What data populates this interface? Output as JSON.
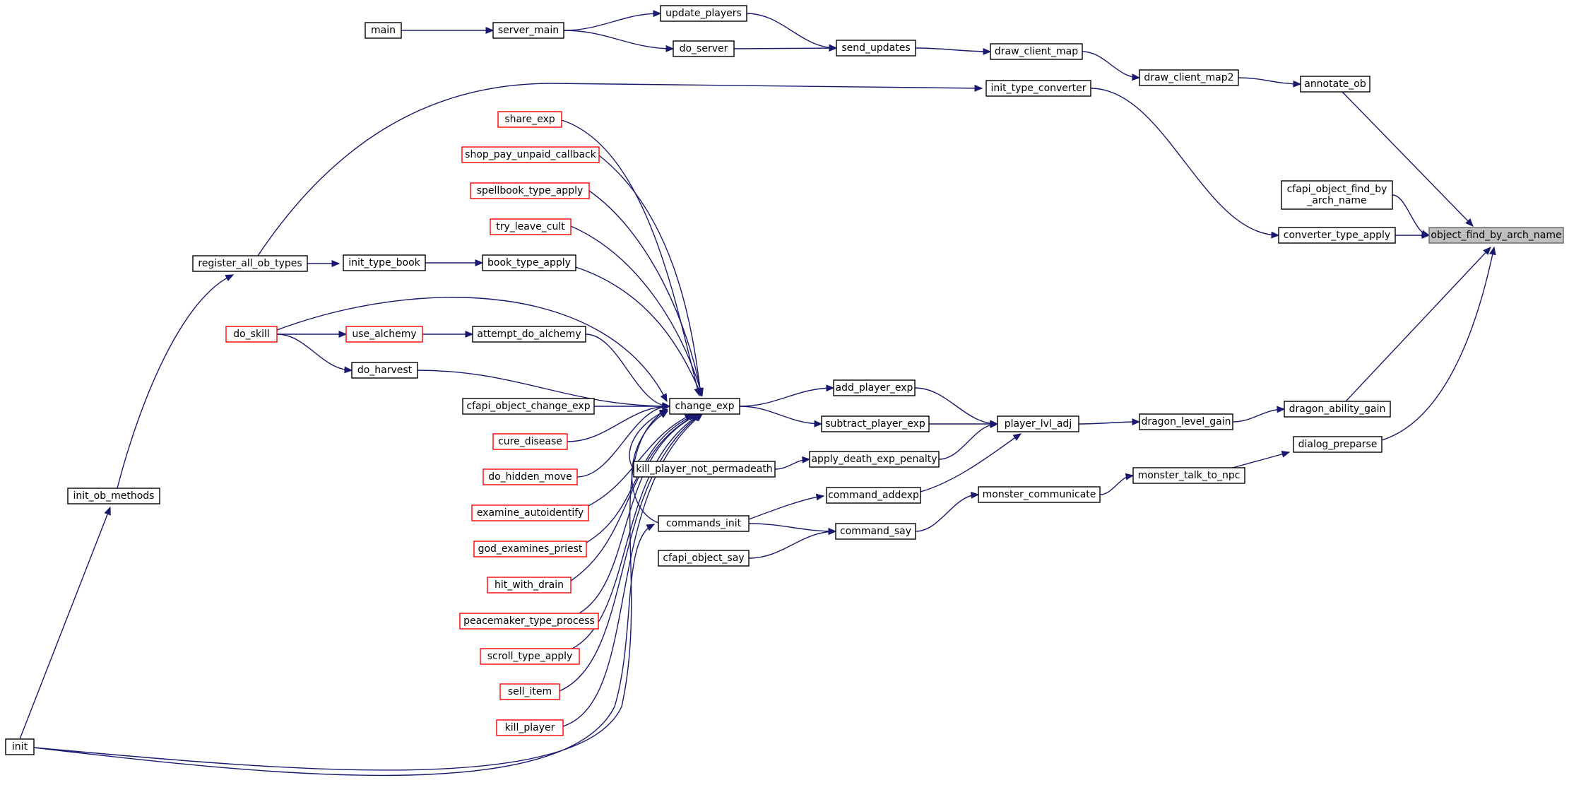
{
  "graph": {
    "direction": "callers-of",
    "colors": {
      "edge": "#191970",
      "node_border": "#000000",
      "truncated_node_border": "#ff0000",
      "focus_node_fill": "#bfbfbf"
    },
    "nodes": [
      {
        "id": "object_find_by_arch_name",
        "lines": [
          "object_find_by_arch_name"
        ],
        "style": "focus"
      },
      {
        "id": "annotate_ob",
        "lines": [
          "annotate_ob"
        ],
        "style": "normal"
      },
      {
        "id": "cfapi_object_find_by_arch_name",
        "lines": [
          "cfapi_object_find_by",
          "_arch_name"
        ],
        "style": "normal"
      },
      {
        "id": "converter_type_apply",
        "lines": [
          "converter_type_apply"
        ],
        "style": "normal"
      },
      {
        "id": "dragon_ability_gain",
        "lines": [
          "dragon_ability_gain"
        ],
        "style": "normal"
      },
      {
        "id": "dialog_preparse",
        "lines": [
          "dialog_preparse"
        ],
        "style": "normal"
      },
      {
        "id": "draw_client_map2",
        "lines": [
          "draw_client_map2"
        ],
        "style": "normal"
      },
      {
        "id": "draw_client_map",
        "lines": [
          "draw_client_map"
        ],
        "style": "normal"
      },
      {
        "id": "send_updates",
        "lines": [
          "send_updates"
        ],
        "style": "normal"
      },
      {
        "id": "update_players",
        "lines": [
          "update_players"
        ],
        "style": "normal"
      },
      {
        "id": "do_server",
        "lines": [
          "do_server"
        ],
        "style": "normal"
      },
      {
        "id": "server_main",
        "lines": [
          "server_main"
        ],
        "style": "normal"
      },
      {
        "id": "main",
        "lines": [
          "main"
        ],
        "style": "normal"
      },
      {
        "id": "init_type_converter",
        "lines": [
          "init_type_converter"
        ],
        "style": "normal"
      },
      {
        "id": "register_all_ob_types",
        "lines": [
          "register_all_ob_types"
        ],
        "style": "normal"
      },
      {
        "id": "init_ob_methods",
        "lines": [
          "init_ob_methods"
        ],
        "style": "normal"
      },
      {
        "id": "init",
        "lines": [
          "init"
        ],
        "style": "normal"
      },
      {
        "id": "dragon_level_gain",
        "lines": [
          "dragon_level_gain"
        ],
        "style": "normal"
      },
      {
        "id": "player_lvl_adj",
        "lines": [
          "player_lvl_adj"
        ],
        "style": "normal"
      },
      {
        "id": "add_player_exp",
        "lines": [
          "add_player_exp"
        ],
        "style": "normal"
      },
      {
        "id": "subtract_player_exp",
        "lines": [
          "subtract_player_exp"
        ],
        "style": "normal"
      },
      {
        "id": "apply_death_exp_penalty",
        "lines": [
          "apply_death_exp_penalty"
        ],
        "style": "normal"
      },
      {
        "id": "command_addexp",
        "lines": [
          "command_addexp"
        ],
        "style": "normal"
      },
      {
        "id": "change_exp",
        "lines": [
          "change_exp"
        ],
        "style": "normal"
      },
      {
        "id": "kill_player_not_permadeath",
        "lines": [
          "kill_player_not_permadeath"
        ],
        "style": "normal"
      },
      {
        "id": "commands_init",
        "lines": [
          "commands_init"
        ],
        "style": "normal"
      },
      {
        "id": "command_say",
        "lines": [
          "command_say"
        ],
        "style": "normal"
      },
      {
        "id": "cfapi_object_say",
        "lines": [
          "cfapi_object_say"
        ],
        "style": "normal"
      },
      {
        "id": "monster_communicate",
        "lines": [
          "monster_communicate"
        ],
        "style": "normal"
      },
      {
        "id": "monster_talk_to_npc",
        "lines": [
          "monster_talk_to_npc"
        ],
        "style": "normal"
      },
      {
        "id": "share_exp",
        "lines": [
          "share_exp"
        ],
        "style": "truncated"
      },
      {
        "id": "shop_pay_unpaid_callback",
        "lines": [
          "shop_pay_unpaid_callback"
        ],
        "style": "truncated"
      },
      {
        "id": "spellbook_type_apply",
        "lines": [
          "spellbook_type_apply"
        ],
        "style": "truncated"
      },
      {
        "id": "try_leave_cult",
        "lines": [
          "try_leave_cult"
        ],
        "style": "truncated"
      },
      {
        "id": "book_type_apply",
        "lines": [
          "book_type_apply"
        ],
        "style": "normal"
      },
      {
        "id": "init_type_book",
        "lines": [
          "init_type_book"
        ],
        "style": "normal"
      },
      {
        "id": "attempt_do_alchemy",
        "lines": [
          "attempt_do_alchemy"
        ],
        "style": "normal"
      },
      {
        "id": "use_alchemy",
        "lines": [
          "use_alchemy"
        ],
        "style": "truncated"
      },
      {
        "id": "do_skill",
        "lines": [
          "do_skill"
        ],
        "style": "truncated"
      },
      {
        "id": "do_harvest",
        "lines": [
          "do_harvest"
        ],
        "style": "normal"
      },
      {
        "id": "cfapi_object_change_exp",
        "lines": [
          "cfapi_object_change_exp"
        ],
        "style": "normal"
      },
      {
        "id": "cure_disease",
        "lines": [
          "cure_disease"
        ],
        "style": "truncated"
      },
      {
        "id": "do_hidden_move",
        "lines": [
          "do_hidden_move"
        ],
        "style": "truncated"
      },
      {
        "id": "examine_autoidentify",
        "lines": [
          "examine_autoidentify"
        ],
        "style": "truncated"
      },
      {
        "id": "god_examines_priest",
        "lines": [
          "god_examines_priest"
        ],
        "style": "truncated"
      },
      {
        "id": "hit_with_drain",
        "lines": [
          "hit_with_drain"
        ],
        "style": "truncated"
      },
      {
        "id": "peacemaker_type_process",
        "lines": [
          "peacemaker_type_process"
        ],
        "style": "truncated"
      },
      {
        "id": "scroll_type_apply",
        "lines": [
          "scroll_type_apply"
        ],
        "style": "truncated"
      },
      {
        "id": "sell_item",
        "lines": [
          "sell_item"
        ],
        "style": "truncated"
      },
      {
        "id": "kill_player",
        "lines": [
          "kill_player"
        ],
        "style": "truncated"
      }
    ],
    "edges": [
      {
        "from": "annotate_ob",
        "to": "object_find_by_arch_name"
      },
      {
        "from": "cfapi_object_find_by_arch_name",
        "to": "object_find_by_arch_name"
      },
      {
        "from": "converter_type_apply",
        "to": "object_find_by_arch_name"
      },
      {
        "from": "dragon_ability_gain",
        "to": "object_find_by_arch_name"
      },
      {
        "from": "dialog_preparse",
        "to": "object_find_by_arch_name"
      },
      {
        "from": "draw_client_map2",
        "to": "annotate_ob"
      },
      {
        "from": "draw_client_map",
        "to": "draw_client_map2"
      },
      {
        "from": "send_updates",
        "to": "draw_client_map"
      },
      {
        "from": "update_players",
        "to": "send_updates"
      },
      {
        "from": "do_server",
        "to": "send_updates"
      },
      {
        "from": "server_main",
        "to": "update_players"
      },
      {
        "from": "server_main",
        "to": "do_server"
      },
      {
        "from": "main",
        "to": "server_main"
      },
      {
        "from": "init_type_converter",
        "to": "converter_type_apply"
      },
      {
        "from": "register_all_ob_types",
        "to": "init_type_converter"
      },
      {
        "from": "register_all_ob_types",
        "to": "init_type_book"
      },
      {
        "from": "init_ob_methods",
        "to": "register_all_ob_types"
      },
      {
        "from": "init",
        "to": "init_ob_methods"
      },
      {
        "from": "init",
        "to": "commands_init"
      },
      {
        "from": "dragon_level_gain",
        "to": "dragon_ability_gain"
      },
      {
        "from": "player_lvl_adj",
        "to": "dragon_level_gain"
      },
      {
        "from": "add_player_exp",
        "to": "player_lvl_adj"
      },
      {
        "from": "subtract_player_exp",
        "to": "player_lvl_adj"
      },
      {
        "from": "apply_death_exp_penalty",
        "to": "player_lvl_adj"
      },
      {
        "from": "command_addexp",
        "to": "player_lvl_adj"
      },
      {
        "from": "change_exp",
        "to": "add_player_exp"
      },
      {
        "from": "change_exp",
        "to": "subtract_player_exp"
      },
      {
        "from": "kill_player_not_permadeath",
        "to": "apply_death_exp_penalty"
      },
      {
        "from": "commands_init",
        "to": "command_addexp"
      },
      {
        "from": "commands_init",
        "to": "command_say"
      },
      {
        "from": "cfapi_object_say",
        "to": "command_say"
      },
      {
        "from": "command_say",
        "to": "monster_communicate"
      },
      {
        "from": "monster_communicate",
        "to": "monster_talk_to_npc"
      },
      {
        "from": "monster_talk_to_npc",
        "to": "dialog_preparse"
      },
      {
        "from": "share_exp",
        "to": "change_exp"
      },
      {
        "from": "shop_pay_unpaid_callback",
        "to": "change_exp"
      },
      {
        "from": "spellbook_type_apply",
        "to": "change_exp"
      },
      {
        "from": "try_leave_cult",
        "to": "change_exp"
      },
      {
        "from": "book_type_apply",
        "to": "change_exp"
      },
      {
        "from": "init_type_book",
        "to": "book_type_apply"
      },
      {
        "from": "do_skill",
        "to": "change_exp"
      },
      {
        "from": "do_skill",
        "to": "use_alchemy"
      },
      {
        "from": "do_skill",
        "to": "do_harvest"
      },
      {
        "from": "use_alchemy",
        "to": "attempt_do_alchemy"
      },
      {
        "from": "attempt_do_alchemy",
        "to": "change_exp"
      },
      {
        "from": "do_harvest",
        "to": "change_exp"
      },
      {
        "from": "cfapi_object_change_exp",
        "to": "change_exp"
      },
      {
        "from": "cure_disease",
        "to": "change_exp"
      },
      {
        "from": "do_hidden_move",
        "to": "change_exp"
      },
      {
        "from": "examine_autoidentify",
        "to": "change_exp"
      },
      {
        "from": "god_examines_priest",
        "to": "change_exp"
      },
      {
        "from": "hit_with_drain",
        "to": "change_exp"
      },
      {
        "from": "peacemaker_type_process",
        "to": "change_exp"
      },
      {
        "from": "scroll_type_apply",
        "to": "change_exp"
      },
      {
        "from": "sell_item",
        "to": "change_exp"
      },
      {
        "from": "kill_player",
        "to": "change_exp"
      },
      {
        "from": "kill_player_not_permadeath",
        "to": "change_exp"
      },
      {
        "from": "commands_init",
        "to": "change_exp"
      },
      {
        "from": "init",
        "to": "change_exp"
      }
    ]
  }
}
